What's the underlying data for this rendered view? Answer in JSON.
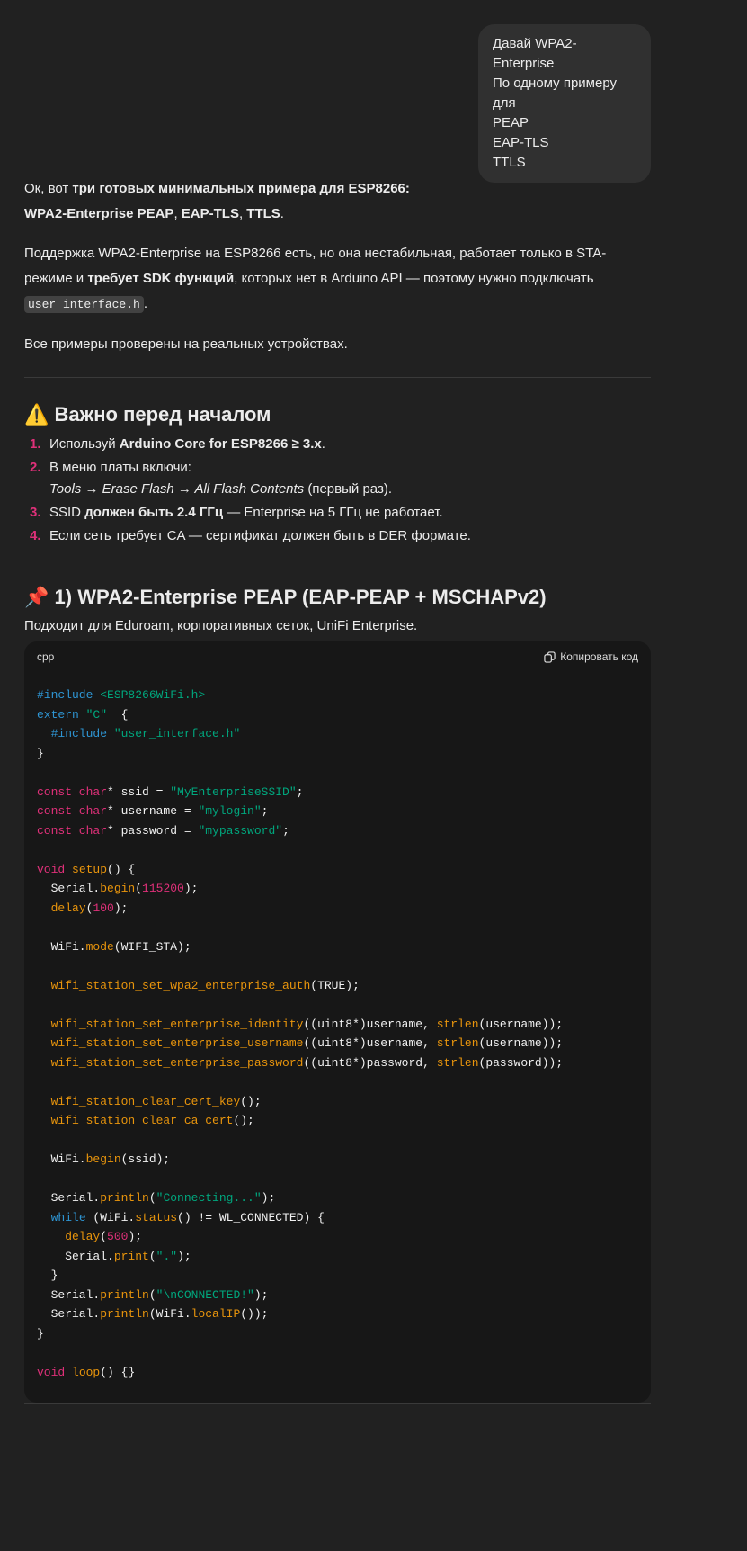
{
  "user_message": {
    "lines": [
      "Давай WPA2-Enterprise",
      "По одному примеру для",
      "PEAP",
      "EAP-TLS",
      "TTLS"
    ]
  },
  "intro": {
    "p1_a": "Ок, вот ",
    "p1_b": "три готовых минимальных примера для ESP8266:",
    "p1_c": "WPA2-Enterprise PEAP",
    "p1_d": ", ",
    "p1_e": "EAP-TLS",
    "p1_f": ", ",
    "p1_g": "TTLS",
    "p1_h": ".",
    "p2_a": "Поддержка WPA2-Enterprise на ESP8266 есть, но она нестабильная, работает только в STA-режиме и ",
    "p2_b": "требует SDK функций",
    "p2_c": ", которых нет в Arduino API — поэтому нужно подключать ",
    "p2_code": "user_interface.h",
    "p2_d": ".",
    "p3": "Все примеры проверены на реальных устройствах."
  },
  "important": {
    "emoji": "⚠️",
    "title": "Важно перед началом",
    "items": [
      {
        "num": "1.",
        "a": "Используй ",
        "b": "Arduino Core for ESP8266 ≥ 3.x",
        "c": "."
      },
      {
        "num": "2.",
        "a": "В меню платы включи:",
        "i": "Tools → Erase Flash → All Flash Contents",
        "c": " (первый раз)."
      },
      {
        "num": "3.",
        "a": "SSID ",
        "b": "должен быть 2.4 ГГц",
        "c": " — Enterprise на 5 ГГц не работает."
      },
      {
        "num": "4.",
        "a": "Если сеть требует CA — сертификат должен быть в DER формате."
      }
    ]
  },
  "section1": {
    "emoji": "📌",
    "title": "1) WPA2-Enterprise PEAP (EAP-PEAP + MSCHAPv2)",
    "desc": "Подходит для Eduroam, корпоративных сеток, UniFi Enterprise.",
    "code": {
      "lang": "cpp",
      "copy_label": "Копировать код",
      "lines": [
        [
          [
            "kw",
            "#include "
          ],
          [
            "str",
            "<ESP8266WiFi.h>"
          ]
        ],
        [
          [
            "kw",
            "extern "
          ],
          [
            "str",
            "\"C\""
          ],
          [
            "",
            "  {"
          ]
        ],
        [
          [
            "",
            "  "
          ],
          [
            "kw",
            "#include "
          ],
          [
            "str",
            "\"user_interface.h\""
          ]
        ],
        [
          [
            "",
            "}"
          ]
        ],
        [],
        [
          [
            "ty",
            "const char"
          ],
          [
            "",
            "* ssid = "
          ],
          [
            "str",
            "\"MyEnterpriseSSID\""
          ],
          [
            "",
            ";"
          ]
        ],
        [
          [
            "ty",
            "const char"
          ],
          [
            "",
            "* username = "
          ],
          [
            "str",
            "\"mylogin\""
          ],
          [
            "",
            ";"
          ]
        ],
        [
          [
            "ty",
            "const char"
          ],
          [
            "",
            "* password = "
          ],
          [
            "str",
            "\"mypassword\""
          ],
          [
            "",
            ";"
          ]
        ],
        [],
        [
          [
            "ty",
            "void "
          ],
          [
            "fn",
            "setup"
          ],
          [
            "",
            "() {"
          ]
        ],
        [
          [
            "",
            "  Serial."
          ],
          [
            "fn",
            "begin"
          ],
          [
            "",
            "("
          ],
          [
            "num",
            "115200"
          ],
          [
            "",
            ");"
          ]
        ],
        [
          [
            "",
            "  "
          ],
          [
            "fn",
            "delay"
          ],
          [
            "",
            "("
          ],
          [
            "num",
            "100"
          ],
          [
            "",
            ");"
          ]
        ],
        [],
        [
          [
            "",
            "  WiFi."
          ],
          [
            "fn",
            "mode"
          ],
          [
            "",
            "(WIFI_STA);"
          ]
        ],
        [],
        [
          [
            "",
            "  "
          ],
          [
            "fn",
            "wifi_station_set_wpa2_enterprise_auth"
          ],
          [
            "",
            "(TRUE);"
          ]
        ],
        [],
        [
          [
            "",
            "  "
          ],
          [
            "fn",
            "wifi_station_set_enterprise_identity"
          ],
          [
            "",
            "((uint8*)username, "
          ],
          [
            "fn",
            "strlen"
          ],
          [
            "",
            "(username));"
          ]
        ],
        [
          [
            "",
            "  "
          ],
          [
            "fn",
            "wifi_station_set_enterprise_username"
          ],
          [
            "",
            "((uint8*)username, "
          ],
          [
            "fn",
            "strlen"
          ],
          [
            "",
            "(username));"
          ]
        ],
        [
          [
            "",
            "  "
          ],
          [
            "fn",
            "wifi_station_set_enterprise_password"
          ],
          [
            "",
            "((uint8*)password, "
          ],
          [
            "fn",
            "strlen"
          ],
          [
            "",
            "(password));"
          ]
        ],
        [],
        [
          [
            "",
            "  "
          ],
          [
            "fn",
            "wifi_station_clear_cert_key"
          ],
          [
            "",
            "();"
          ]
        ],
        [
          [
            "",
            "  "
          ],
          [
            "fn",
            "wifi_station_clear_ca_cert"
          ],
          [
            "",
            "();"
          ]
        ],
        [],
        [
          [
            "",
            "  WiFi."
          ],
          [
            "fn",
            "begin"
          ],
          [
            "",
            "(ssid);"
          ]
        ],
        [],
        [
          [
            "",
            "  Serial."
          ],
          [
            "fn",
            "println"
          ],
          [
            "",
            "("
          ],
          [
            "str",
            "\"Connecting...\""
          ],
          [
            "",
            ");"
          ]
        ],
        [
          [
            "",
            "  "
          ],
          [
            "kw",
            "while"
          ],
          [
            "",
            " (WiFi."
          ],
          [
            "fn",
            "status"
          ],
          [
            "",
            "() != WL_CONNECTED) {"
          ]
        ],
        [
          [
            "",
            "    "
          ],
          [
            "fn",
            "delay"
          ],
          [
            "",
            "("
          ],
          [
            "num",
            "500"
          ],
          [
            "",
            ");"
          ]
        ],
        [
          [
            "",
            "    Serial."
          ],
          [
            "fn",
            "print"
          ],
          [
            "",
            "("
          ],
          [
            "str",
            "\".\""
          ],
          [
            "",
            ");"
          ]
        ],
        [
          [
            "",
            "  }"
          ]
        ],
        [
          [
            "",
            "  Serial."
          ],
          [
            "fn",
            "println"
          ],
          [
            "",
            "("
          ],
          [
            "str",
            "\"\\nCONNECTED!\""
          ],
          [
            "",
            ");"
          ]
        ],
        [
          [
            "",
            "  Serial."
          ],
          [
            "fn",
            "println"
          ],
          [
            "",
            "(WiFi."
          ],
          [
            "fn",
            "localIP"
          ],
          [
            "",
            "());"
          ]
        ],
        [
          [
            "",
            "}"
          ]
        ],
        [],
        [
          [
            "ty",
            "void "
          ],
          [
            "fn",
            "loop"
          ],
          [
            "",
            "() {}"
          ]
        ]
      ]
    }
  }
}
